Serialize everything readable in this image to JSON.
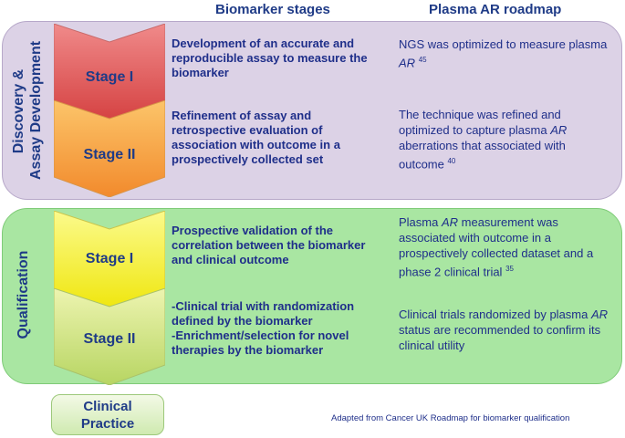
{
  "headers": {
    "biomarker_stages": "Biomarker stages",
    "plasma_roadmap": "Plasma AR roadmap"
  },
  "sections": [
    {
      "label_line1": "Discovery &",
      "label_line2": "Assay Development",
      "color": "#dcd2e6",
      "stages": [
        {
          "chevron": "Stage I",
          "chevron_color": "#e35a5a",
          "stage_text": "Development of an accurate and reproducible assay to measure the biomarker",
          "roadmap_pre": "NGS was optimized to measure plasma ",
          "roadmap_em": "AR",
          "roadmap_post": " ",
          "roadmap_ref": "45"
        },
        {
          "chevron": "Stage II",
          "chevron_color": "#f6a33c",
          "stage_text": "Refinement of assay and retrospective evaluation of association with outcome in a prospectively collected set",
          "roadmap_pre": "The technique was refined and optimized to capture plasma ",
          "roadmap_em": "AR",
          "roadmap_post": " aberrations that associated with outcome ",
          "roadmap_ref": "40"
        }
      ]
    },
    {
      "label_line1": "Qualification",
      "label_line2": "",
      "color": "#a9e6a2",
      "stages": [
        {
          "chevron": "Stage I",
          "chevron_color": "#f5f01a",
          "stage_text": "Prospective validation of the correlation between the biomarker and clinical outcome",
          "roadmap_pre": "Plasma ",
          "roadmap_em": "AR",
          "roadmap_post": " measurement was associated with outcome in a prospectively collected dataset and a phase 2 clinical trial ",
          "roadmap_ref": "35"
        },
        {
          "chevron": "Stage II",
          "chevron_color": "#cde07a",
          "stage_text_1": "-Clinical trial with randomization defined by the biomarker",
          "stage_text_2": "-Enrichment/selection for novel therapies by the biomarker",
          "roadmap_pre": "Clinical trials randomized by plasma ",
          "roadmap_em": "AR",
          "roadmap_post": " status are recommended to confirm its clinical utility",
          "roadmap_ref": ""
        }
      ]
    }
  ],
  "clinical_practice": {
    "line1": "Clinical",
    "line2": "Practice"
  },
  "credit": "Adapted from Cancer UK Roadmap for biomarker qualification"
}
